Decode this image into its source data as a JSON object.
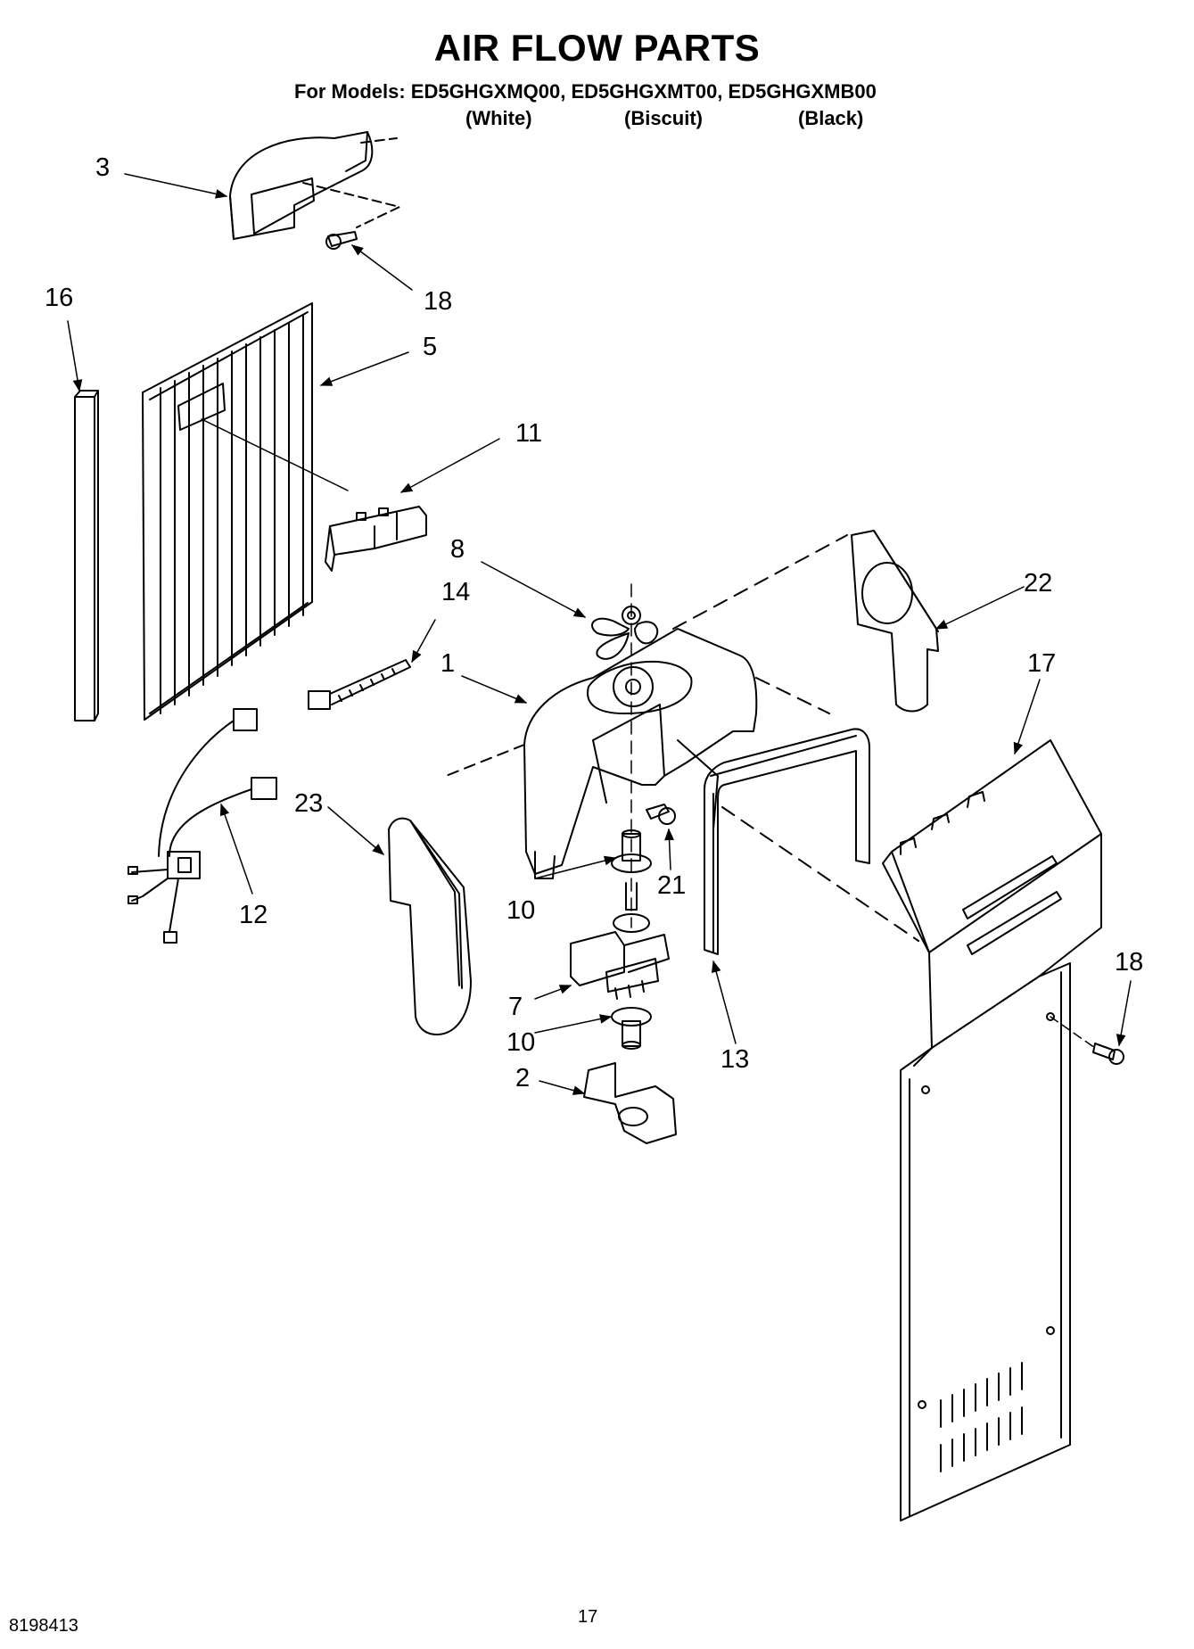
{
  "header": {
    "title": "AIR FLOW PARTS",
    "models_line": "For Models: ED5GHGXMQ00, ED5GHGXMT00, ED5GHGXMB00",
    "colors": [
      "(White)",
      "(Biscuit)",
      "(Black)"
    ]
  },
  "callouts": {
    "c3": "3",
    "c18a": "18",
    "c16": "16",
    "c5": "5",
    "c11": "11",
    "c8": "8",
    "c22": "22",
    "c14": "14",
    "c1": "1",
    "c17": "17",
    "c23": "23",
    "c10a": "10",
    "c21": "21",
    "c12": "12",
    "c7": "7",
    "c10b": "10",
    "c13": "13",
    "c18b": "18",
    "c2": "2"
  },
  "footer": {
    "doc_number": "8198413",
    "page_number": "17"
  }
}
